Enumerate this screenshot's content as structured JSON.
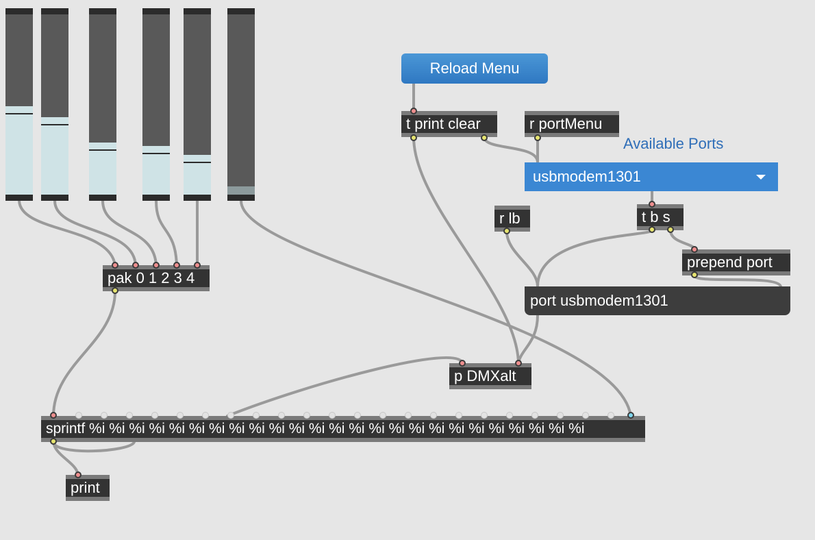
{
  "sliders": [
    {
      "id": "s1",
      "value_fraction": 0.49
    },
    {
      "id": "s2",
      "value_fraction": 0.43
    },
    {
      "id": "s3",
      "value_fraction": 0.29
    },
    {
      "id": "s4",
      "value_fraction": 0.27
    },
    {
      "id": "s5",
      "value_fraction": 0.22
    },
    {
      "id": "s6",
      "value_fraction": 0.0
    }
  ],
  "buttons": {
    "reload_menu": "Reload Menu"
  },
  "port_menu": {
    "heading": "Available Ports",
    "selected": "usbmodem1301"
  },
  "objects": {
    "t_print_clear": "t print clear",
    "r_portmenu": "r portMenu",
    "r_lb": "r lb",
    "t_b_s": "t b s",
    "prepend_port": "prepend port",
    "pak": "pak 0 1 2 3 4",
    "p_dmxalt": "p DMXalt",
    "sprintf": "sprintf %i %i %i %i %i %i %i %i %i %i %i %i %i %i %i %i %i %i %i %i %i %i %i %i %i",
    "print": "print"
  },
  "message": {
    "port_box": "port usbmodem1301"
  },
  "colors": {
    "canvas": "#e6e6e6",
    "object_bg": "#333333",
    "slider_fill": "#cfe3e6",
    "button_blue": "#2f78c2",
    "menu_blue": "#3b87d3",
    "heading_blue": "#2f6eb8",
    "inlet": "#ee8e8e",
    "outlet": "#e6e470"
  }
}
